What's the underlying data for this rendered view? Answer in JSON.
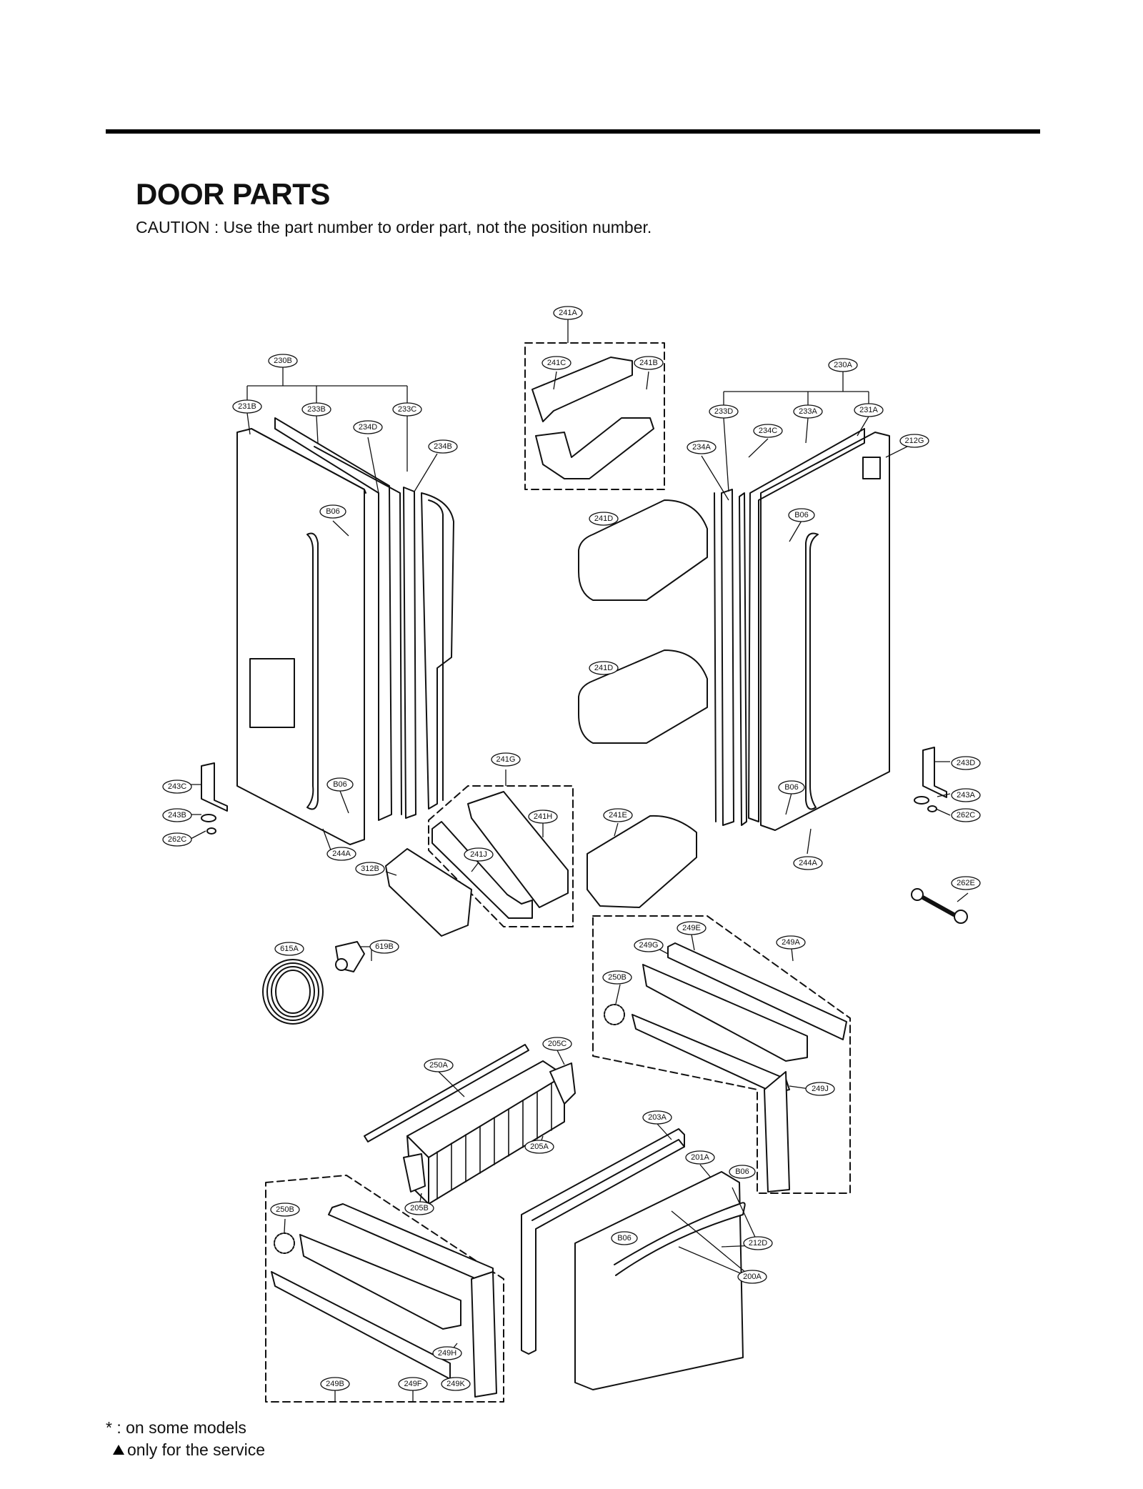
{
  "header": {
    "title": "DOOR PARTS",
    "caution": "CAUTION : Use the part number to order part, not the position number."
  },
  "footer": {
    "note1": "* : on some models",
    "note2": "only for the service",
    "note2_symbol": "triangle-icon"
  },
  "callouts": {
    "c241A": "241A",
    "c241C": "241C",
    "c241B": "241B",
    "c230B": "230B",
    "c231B": "231B",
    "c233B": "233B",
    "c233C": "233C",
    "c234D": "234D",
    "c234B": "234B",
    "c230A": "230A",
    "c233D": "233D",
    "c233A": "233A",
    "c231A": "231A",
    "c234C": "234C",
    "c234A": "234A",
    "c212G": "212G",
    "c241D_1": "241D",
    "c241D_2": "241D",
    "cB06_1": "B06",
    "cB06_2": "B06",
    "cB06_3": "B06",
    "cB06_4": "B06",
    "cB06_5": "B06",
    "cB06_6": "B06",
    "c241G": "241G",
    "c241H": "241H",
    "c241J": "241J",
    "c241E": "241E",
    "c243C": "243C",
    "c243B": "243B",
    "c262C_1": "262C",
    "c243D": "243D",
    "c243A": "243A",
    "c262C_2": "262C",
    "c244A_1": "244A",
    "c244A_2": "244A",
    "c312B": "312B",
    "c262E": "262E",
    "c615A": "615A",
    "c619B": "619B",
    "c249E": "249E",
    "c249A": "249A",
    "c249G": "249G",
    "c250B_1": "250B",
    "c249J": "249J",
    "c205C": "205C",
    "c250A": "250A",
    "c203A": "203A",
    "c205A": "205A",
    "c201A": "201A",
    "c205B": "205B",
    "c250B_2": "250B",
    "c212D": "212D",
    "c200A": "200A",
    "c249H": "249H",
    "c249B": "249B",
    "c249F": "249F",
    "c249K": "249K"
  }
}
